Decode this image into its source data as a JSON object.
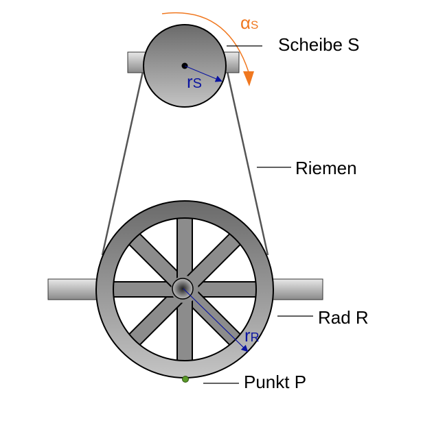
{
  "labels": {
    "pulley": "Scheibe S",
    "belt": "Riemen",
    "wheel": "Rad R",
    "point": "Punkt P",
    "alpha_symbol": "α",
    "alpha_sub": "S",
    "rs_symbol": "r",
    "rs_sub": "S",
    "rr_symbol": "r",
    "rr_sub": "R"
  },
  "colors": {
    "angle": "#f07820",
    "radius": "#0a14a0",
    "point": "#5a9a28"
  }
}
